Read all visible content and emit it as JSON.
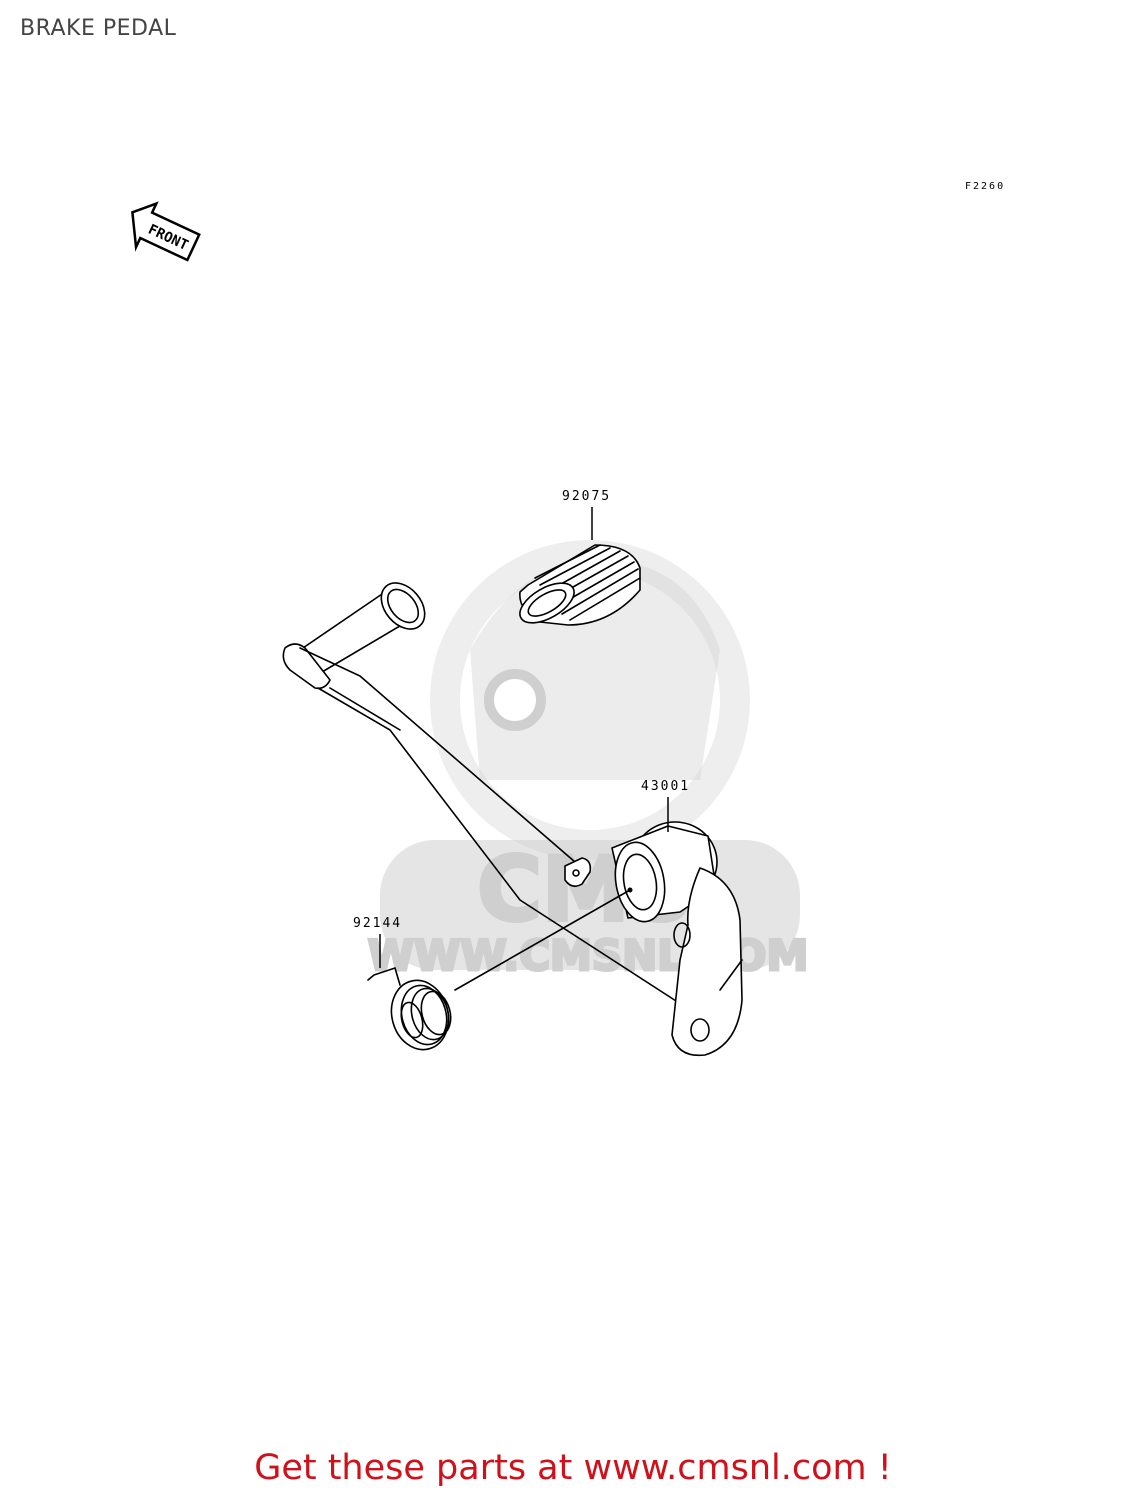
{
  "page": {
    "title": "BRAKE PEDAL",
    "cta": "Get these parts at www.cmsnl.com !"
  },
  "diagram": {
    "code": "F2260",
    "front_label": "FRONT",
    "parts": [
      {
        "number": "92075"
      },
      {
        "number": "43001"
      },
      {
        "number": "92144"
      }
    ]
  },
  "watermark": {
    "brand": "CMS",
    "url": "WWW.CMSNL.COM"
  },
  "colors": {
    "cta": "#d0101a",
    "title": "#444444",
    "watermark": "#cfcfcf"
  }
}
